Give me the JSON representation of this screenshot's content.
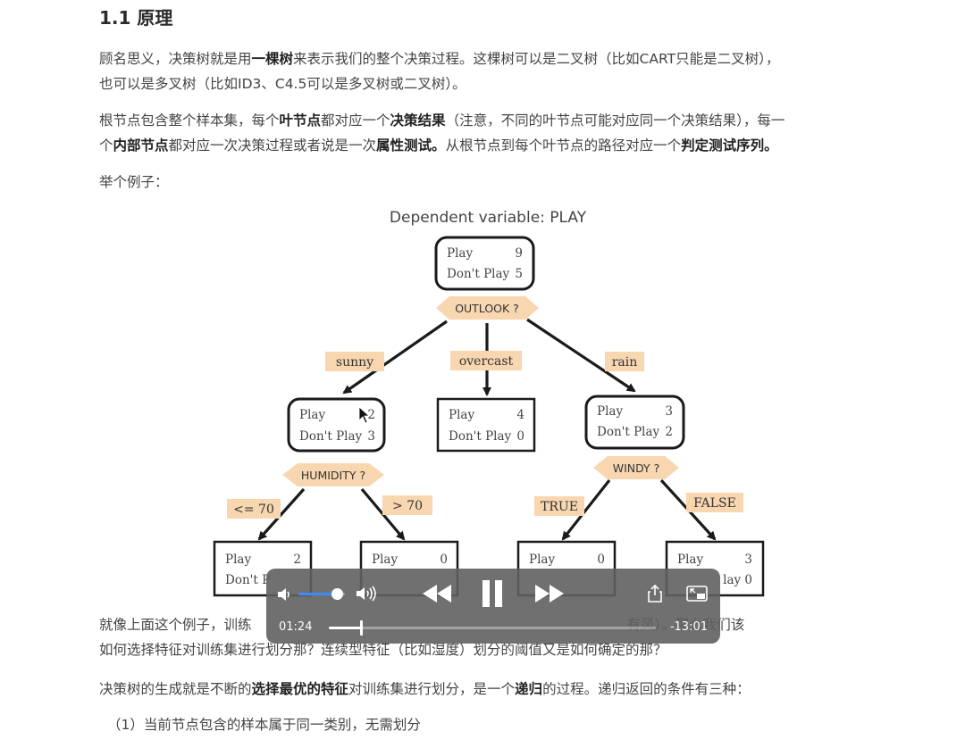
{
  "section": {
    "heading": "1.1 原理"
  },
  "paragraphs": {
    "p1": [
      {
        "t": "顾名思义，决策树就是用"
      },
      {
        "t": "一棵树",
        "b": true
      },
      {
        "t": "来表示我们的整个决策过程。这棵树可以是二叉树（比如CART只能是二叉树），"
      },
      {
        "br": true
      },
      {
        "t": "也可以是多叉树（比如ID3、C4.5可以是多叉树或二叉树）。"
      }
    ],
    "p2": [
      {
        "t": "根节点包含整个样本集，每个"
      },
      {
        "t": "叶节点",
        "b": true
      },
      {
        "t": "都对应一个"
      },
      {
        "t": "决策结果",
        "b": true
      },
      {
        "t": "（注意，不同的叶节点可能对应同一个决策结果），每一"
      },
      {
        "br": true
      },
      {
        "t": "个"
      },
      {
        "t": "内部节点",
        "b": true
      },
      {
        "t": "都对应一次决策过程或者说是一次"
      },
      {
        "t": "属性测试。",
        "b": true
      },
      {
        "t": "从根节点到每个叶节点的路径对应一个"
      },
      {
        "t": "判定测试序列。",
        "b": true
      }
    ],
    "p3": [
      {
        "t": "举个例子："
      }
    ],
    "p4": [
      {
        "t": "就像上面这个例子，训练"
      },
      {
        "t": "有风）。那么我们该",
        "gap": true
      },
      {
        "br": true
      },
      {
        "t": "如何选择特征对训练集进行划分那？连续型特征（比如湿度）划分的阈值又是如何确定的那？"
      }
    ],
    "p5": [
      {
        "t": "决策树的生成就是不断的"
      },
      {
        "t": "选择最优的特征",
        "b": true
      },
      {
        "t": "对训练集进行划分，是一个"
      },
      {
        "t": "递归",
        "b": true
      },
      {
        "t": "的过程。递归返回的条件有三种："
      }
    ],
    "p6": [
      {
        "t": "（1）当前节点包含的样本属于同一类别，无需划分"
      }
    ]
  },
  "figure": {
    "title": "Dependent variable: PLAY",
    "play_label": "Play",
    "dont_play_label": "Don't Play",
    "nodes": {
      "root": {
        "play": "9",
        "dont": "5"
      },
      "sunny": {
        "play": "2",
        "dont": "3"
      },
      "overcast": {
        "play": "4",
        "dont": "0"
      },
      "rain": {
        "play": "3",
        "dont": "2"
      },
      "hum_le": {
        "play": "2",
        "dont_partial": "Don't P"
      },
      "hum_gt": {
        "play": "0"
      },
      "windy_true": {
        "play": "0"
      },
      "windy_false": {
        "play": "3",
        "dont_partial": "lay 0"
      }
    },
    "tests": {
      "outlook": "OUTLOOK ?",
      "humidity": "HUMIDITY ?",
      "windy": "WINDY ?"
    },
    "branches": {
      "sunny": "sunny",
      "overcast": "overcast",
      "rain": "rain",
      "le70": "<= 70",
      "gt70": "> 70",
      "true": "TRUE",
      "false": "FALSE"
    }
  },
  "player": {
    "current_time": "01:24",
    "remaining_time": "-13:01",
    "volume_level": 0.82,
    "progress": 0.097
  }
}
